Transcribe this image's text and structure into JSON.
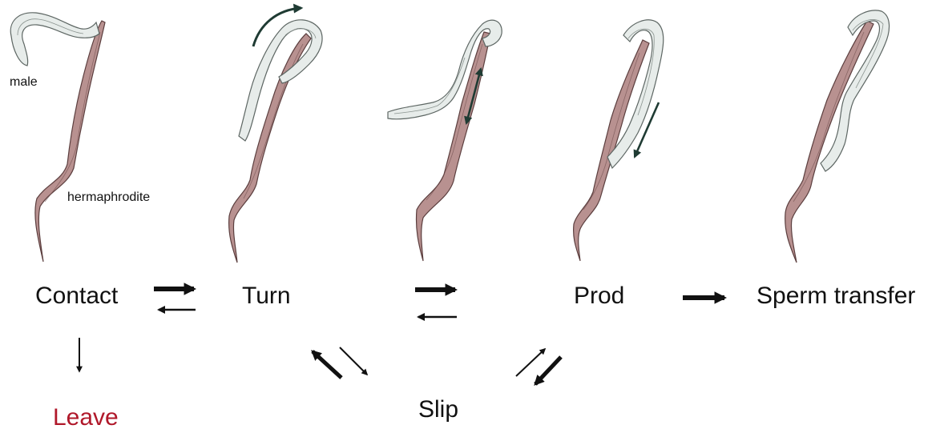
{
  "labels": {
    "male": "male",
    "hermaphrodite": "hermaphrodite"
  },
  "stages": {
    "contact": "Contact",
    "turn": "Turn",
    "prod": "Prod",
    "sperm_transfer": "Sperm transfer",
    "slip": "Slip",
    "leave": "Leave"
  },
  "colors": {
    "hermaphrodite_body": "#b89190",
    "hermaphrodite_outline": "#5b3e3e",
    "male_body": "#e7ecea",
    "male_outline": "#5d6663",
    "motion_arrow": "#1f3b33",
    "transition_arrow": "#111111",
    "leave_text": "#b0182a"
  }
}
